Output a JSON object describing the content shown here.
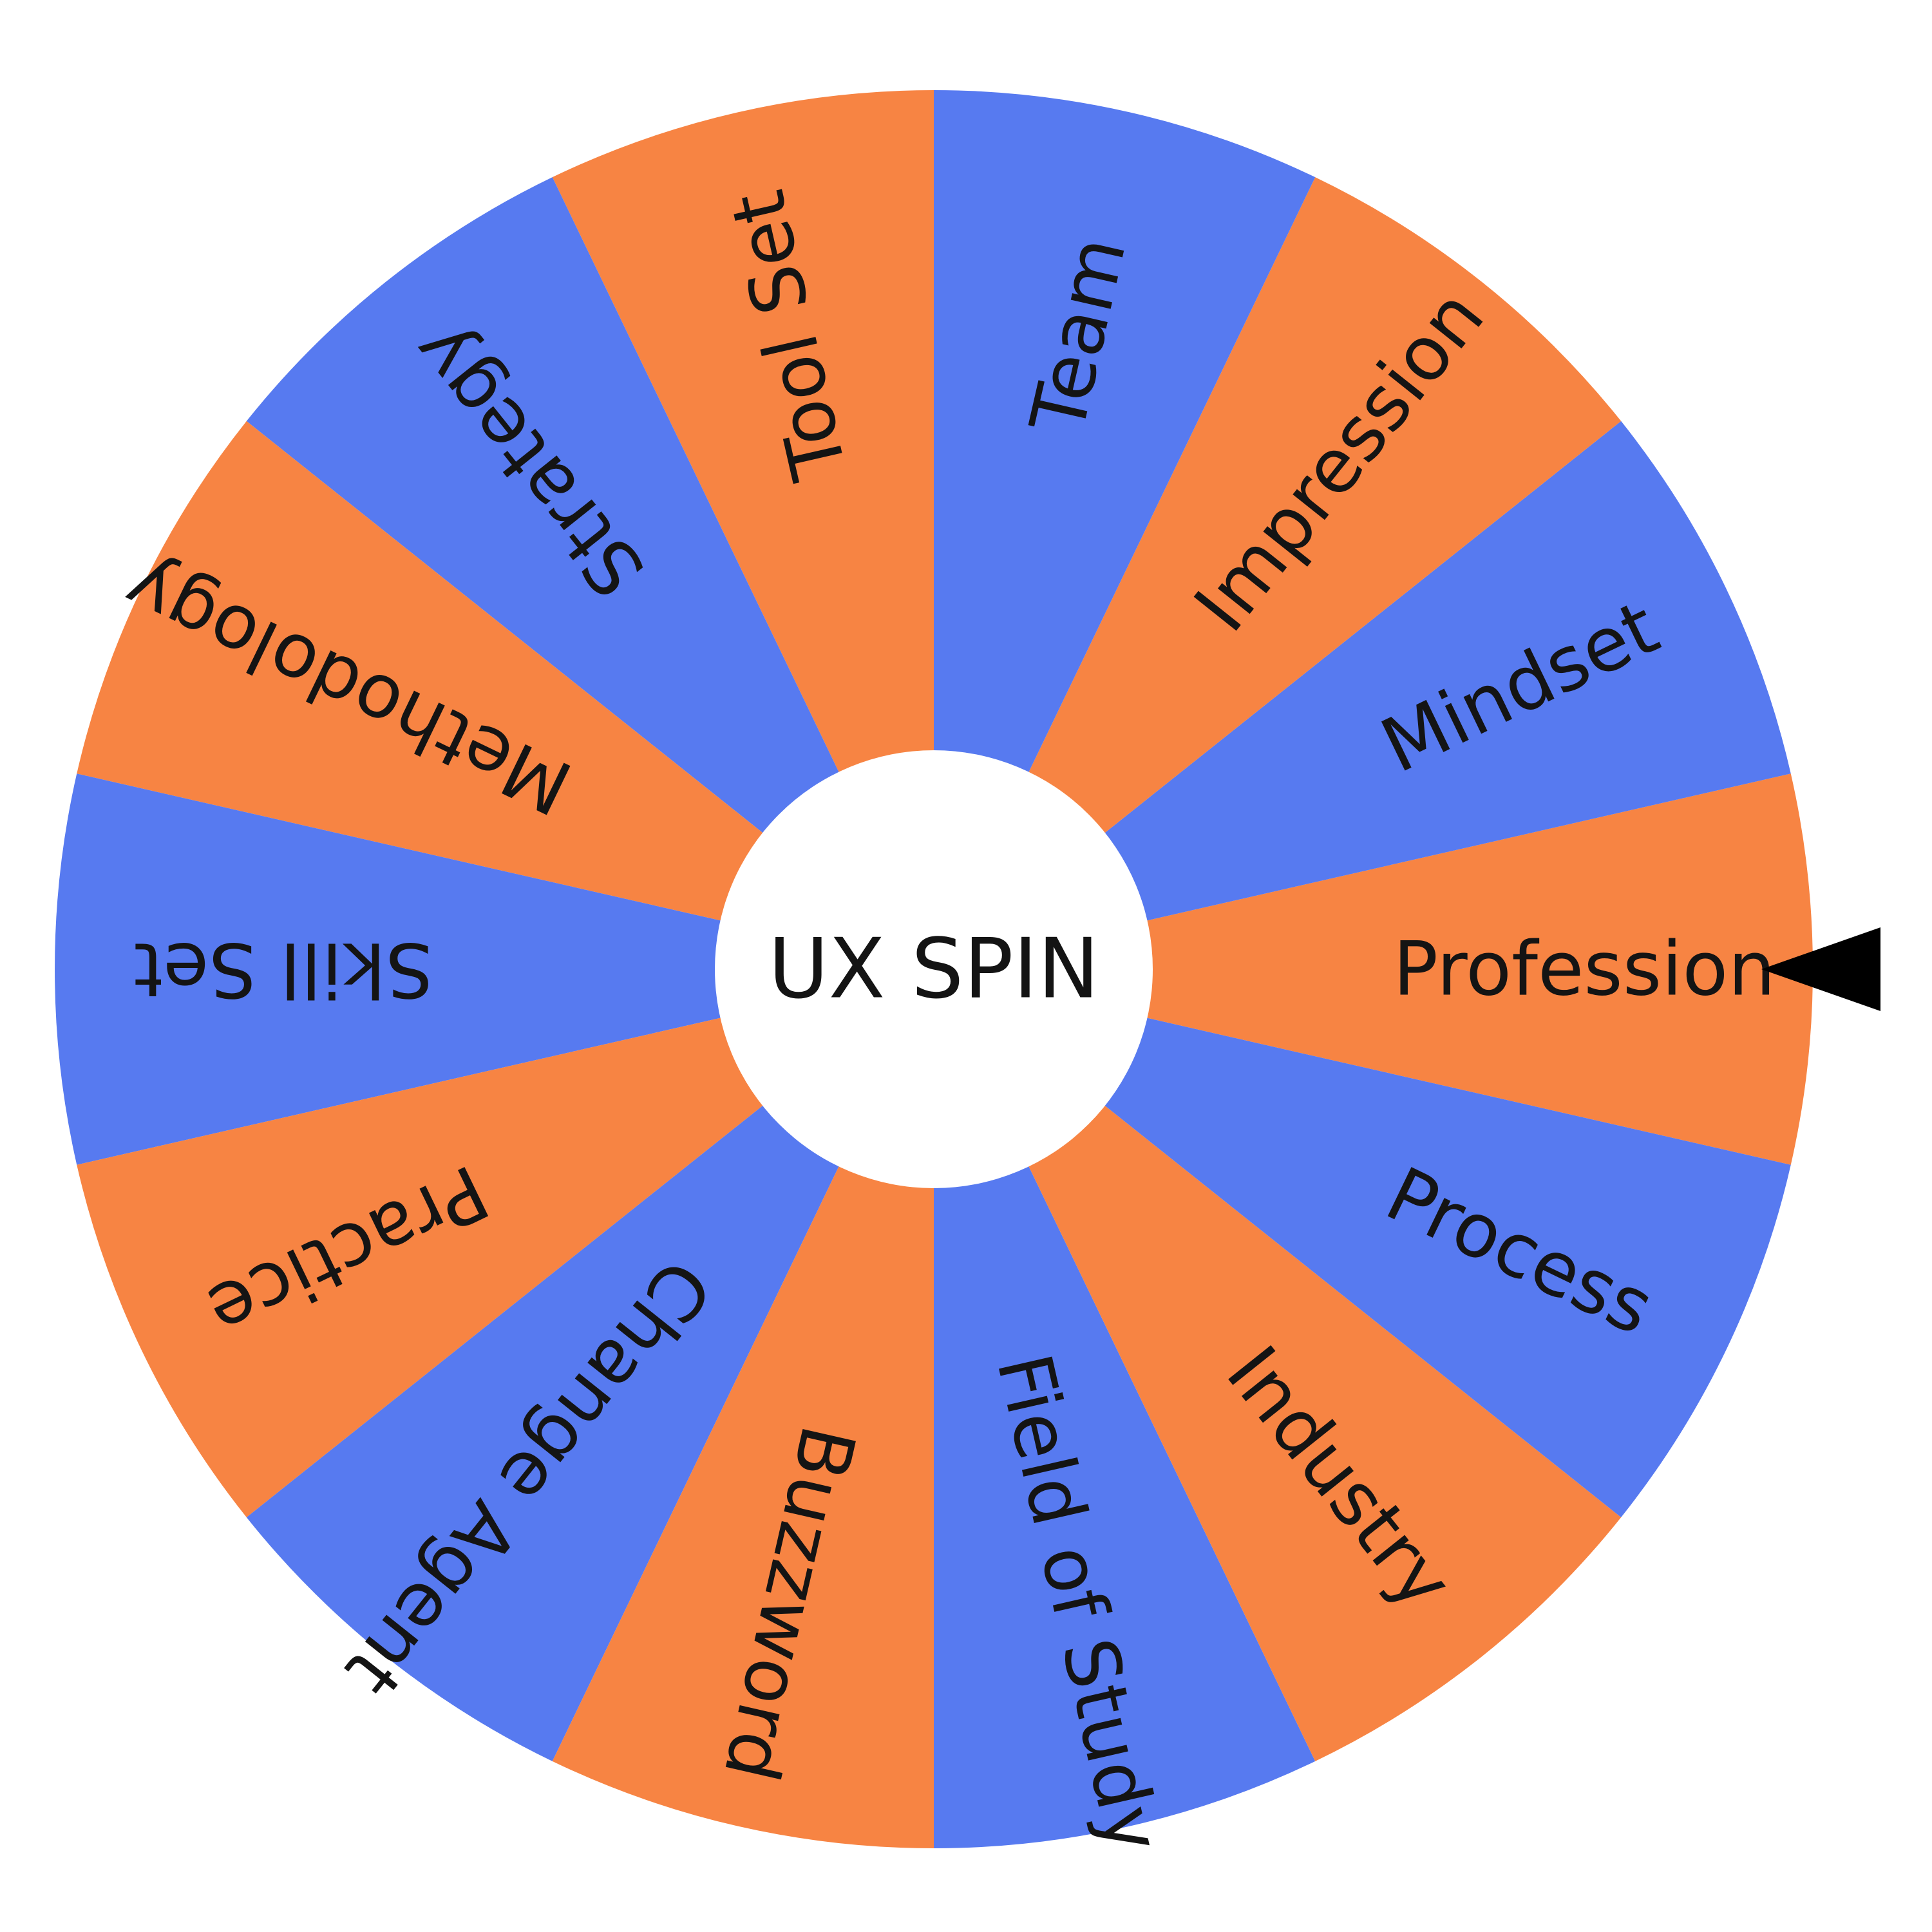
{
  "wheel": {
    "title": "UX SPIN",
    "colors": {
      "orange": "#F78443",
      "blue": "#577AF0",
      "hub": "#FFFFFF",
      "text": "#141414",
      "pointer": "#000000"
    },
    "pointer_icon": "pointer-arrow-icon",
    "segments": [
      {
        "label": "Profession",
        "color": "orange"
      },
      {
        "label": "Mindset",
        "color": "blue"
      },
      {
        "label": "Impression",
        "color": "orange"
      },
      {
        "label": "Team",
        "color": "blue"
      },
      {
        "label": "Tool Set",
        "color": "orange"
      },
      {
        "label": "Strategy",
        "color": "blue"
      },
      {
        "label": "Methodology",
        "color": "orange"
      },
      {
        "label": "Skill Set",
        "color": "blue"
      },
      {
        "label": "Practice",
        "color": "orange"
      },
      {
        "label": "Change Agent",
        "color": "blue"
      },
      {
        "label": "Buzzword",
        "color": "orange"
      },
      {
        "label": "Field of Study",
        "color": "blue"
      },
      {
        "label": "Industry",
        "color": "orange"
      },
      {
        "label": "Process",
        "color": "blue"
      }
    ]
  }
}
